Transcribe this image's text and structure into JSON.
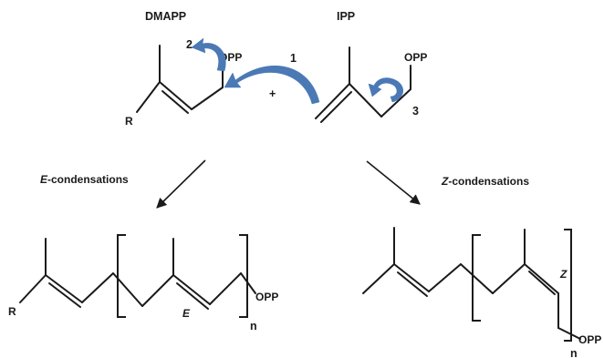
{
  "molecules": {
    "dmapp": {
      "name": "DMAPP",
      "r_group": "R",
      "leaving_group": "OPP"
    },
    "ipp": {
      "name": "IPP",
      "leaving_group": "OPP"
    }
  },
  "reaction": {
    "plus_sign": "+",
    "step_1": "1",
    "step_2": "2",
    "step_3": "3",
    "arrow_color": "#4a79b5"
  },
  "branches": {
    "e_condensation": {
      "prefix": "E",
      "suffix": "-condensations"
    },
    "z_condensation": {
      "prefix": "Z",
      "suffix": "-condensations"
    }
  },
  "products": {
    "e_product": {
      "r_group": "R",
      "geometry": "E",
      "leaving_group": "OPP",
      "repeat": "n"
    },
    "z_product": {
      "geometry": "Z",
      "leaving_group": "OPP",
      "repeat": "n"
    }
  }
}
